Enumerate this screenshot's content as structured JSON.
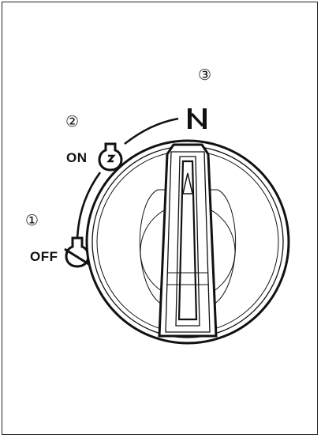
{
  "positions": [
    {
      "number": "①",
      "label": "OFF",
      "icon": "bulb-off-icon"
    },
    {
      "number": "②",
      "label": "ON",
      "icon": "bulb-on-icon"
    },
    {
      "number": "③",
      "label": "",
      "icon": "automatic-icon"
    }
  ],
  "knob": {
    "pointer_symbol": "▲"
  },
  "colors": {
    "line": "#111111",
    "background": "#ffffff"
  }
}
